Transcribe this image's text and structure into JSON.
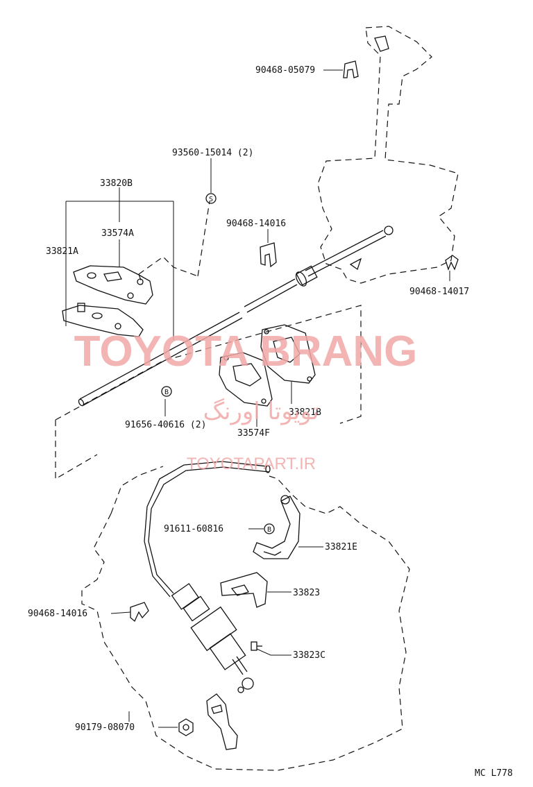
{
  "labels": {
    "p90468_05079": "90468-05079",
    "p93560_15014": "93560-15014 (2)",
    "p33820B": "33820B",
    "p33574A": "33574A",
    "p33821A": "33821A",
    "p90468_14016_top": "90468-14016",
    "p90468_14017": "90468-14017",
    "p91656_40616": "91656-40616 (2)",
    "p33574F": "33574F",
    "p33821B": "33821B",
    "p91611_60816": "91611-60816",
    "p33821E": "33821E",
    "p33823": "33823",
    "p90468_14016_bot": "90468-14016",
    "p33823C": "33823C",
    "p90179_08070": "90179-08070",
    "code": "MC L778"
  },
  "markers": {
    "s": "S",
    "b1": "B",
    "b2": "B"
  },
  "watermark": {
    "brand": "TOYOTA BRANG",
    "persian": "تویوتا اورنگ",
    "url": "TOYOTAPART.IR",
    "color": "#f2a7a7"
  }
}
